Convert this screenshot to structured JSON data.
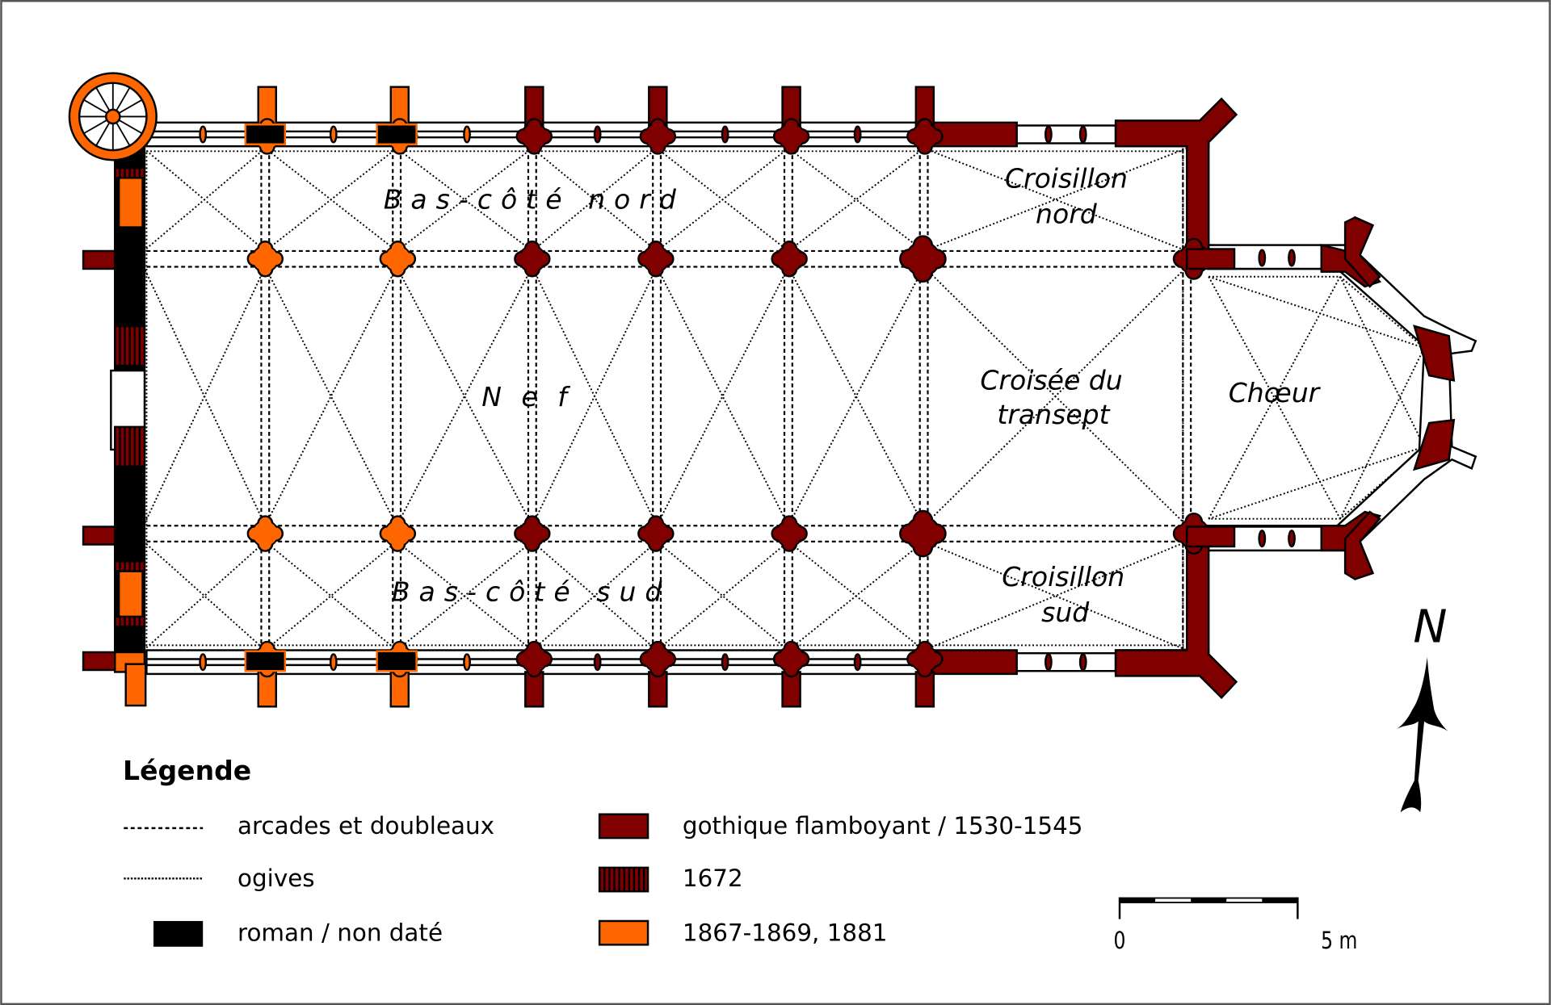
{
  "labels": {
    "north_aisle": "Bas-côté nord",
    "nave": "Nef",
    "south_aisle": "Bas-côté sud",
    "crossing_1": "Croisée du",
    "crossing_2": "transept",
    "north_arm_1": "Croisillon",
    "north_arm_2": "nord",
    "south_arm_1": "Croisillon",
    "south_arm_2": "sud",
    "choir": "Chœur"
  },
  "legend": {
    "title": "Légende",
    "items": [
      {
        "label": "arcades et doubleaux",
        "symbol": "dashed"
      },
      {
        "label": "ogives",
        "symbol": "dotted"
      },
      {
        "label": "roman / non daté",
        "symbol": "black"
      },
      {
        "label": "gothique flamboyant / 1530-1545",
        "symbol": "darkred"
      },
      {
        "label": "1672",
        "symbol": "hatched"
      },
      {
        "label": "1867-1869, 1881",
        "symbol": "orange"
      }
    ]
  },
  "scale": {
    "start": "0",
    "end": "5 m"
  },
  "north": {
    "letter": "N"
  },
  "colors": {
    "gothic": "#800000",
    "modern": "#ff6600",
    "roman": "#000000",
    "frame": "#555555"
  }
}
